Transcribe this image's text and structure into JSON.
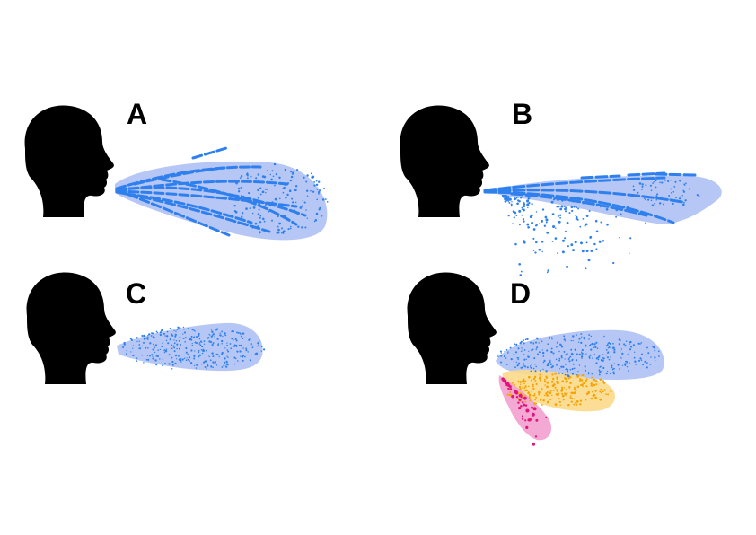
{
  "panels": [
    {
      "label": "A",
      "pattern": "streaks-and-scatter",
      "plume_colors": [
        "#2f80ed"
      ]
    },
    {
      "label": "B",
      "pattern": "jet-with-falling-droplets",
      "plume_colors": [
        "#2f80ed"
      ]
    },
    {
      "label": "C",
      "pattern": "uniform-cloud",
      "plume_colors": [
        "#2f80ed"
      ]
    },
    {
      "label": "D",
      "pattern": "size-separated-clouds",
      "plume_colors": [
        "#2f80ed",
        "#f5a300",
        "#e0147a"
      ]
    }
  ],
  "colors": {
    "head": "#000000",
    "plume_fill_blue": "#a9bdf5",
    "particle_blue": "#2f80ed",
    "plume_fill_orange": "#fbd98a",
    "particle_orange": "#f5a300",
    "plume_fill_pink": "#f2a0cf",
    "particle_pink": "#e0147a"
  },
  "icons": {
    "head": "head-silhouette-icon"
  }
}
